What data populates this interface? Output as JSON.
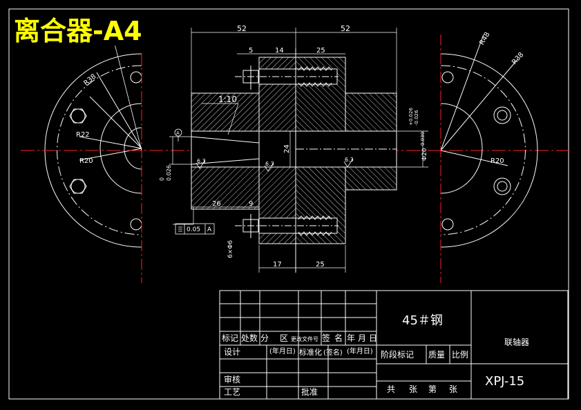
{
  "title_badge": "离合器-A4",
  "dims": {
    "top_left": "52",
    "top_right": "52",
    "d5": "5",
    "d14": "14",
    "d25_top": "25",
    "taper": "1:10",
    "d24": "24",
    "d26": "26",
    "d9": "9",
    "d17": "17",
    "d25_bottom": "25",
    "tol_left": "0.026",
    "tol_left_low": "0",
    "dia_right": "Φ20",
    "dia_right_tol": "0.030",
    "tol_right_hi": "+0.026",
    "tol_right_lo": "-0.026",
    "bolt_note": "6×Φ6",
    "flatness": "0.05",
    "datum": "A",
    "rough1": "6.3",
    "rough2": "6.3",
    "rough3": "6.3"
  },
  "radii": {
    "left_r38": "R38",
    "left_r22": "R22",
    "left_r20": "R20",
    "right_r48": "R48",
    "right_r38": "R38",
    "right_r20": "R20"
  },
  "title_block": {
    "material": "45＃钢",
    "part_name": "联轴器",
    "drawing_no": "XPJ-15",
    "row_labels": [
      "标记",
      "处数",
      "分",
      "区",
      "更改文件号",
      "签",
      "名",
      "年",
      "月",
      "日"
    ],
    "design": "设计",
    "design_date": "(年月日)",
    "standard": "标准化",
    "sign": "(签名)",
    "sign_date": "(年月日)",
    "stage_mark": "阶段标记",
    "weight": "质量",
    "scale": "比例",
    "review": "审核",
    "craft": "工艺",
    "approve": "批准",
    "sheets": "共",
    "sheets2": "张",
    "sheet_no": "第",
    "sheet_no2": "张"
  }
}
